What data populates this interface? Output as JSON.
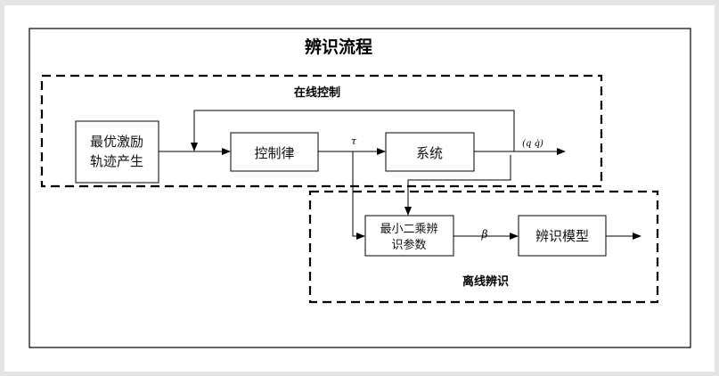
{
  "diagram": {
    "title": "辨识流程",
    "online_group": {
      "label": "在线控制"
    },
    "offline_group": {
      "label": "离线辨识"
    },
    "blocks": {
      "excitation": {
        "line1": "最优激励",
        "line2": "轨迹产生"
      },
      "control_law": {
        "label": "控制律"
      },
      "system": {
        "label": "系统"
      },
      "least_squares": {
        "line1": "最小二乘辨",
        "line2": "识参数"
      },
      "model": {
        "label": "辨识模型"
      }
    },
    "signals": {
      "tau": "τ",
      "state": "(q  q̇)",
      "beta": "β"
    }
  },
  "colors": {
    "background": "#e4e4e4",
    "paper": "#ffffff",
    "stroke": "#000000"
  }
}
